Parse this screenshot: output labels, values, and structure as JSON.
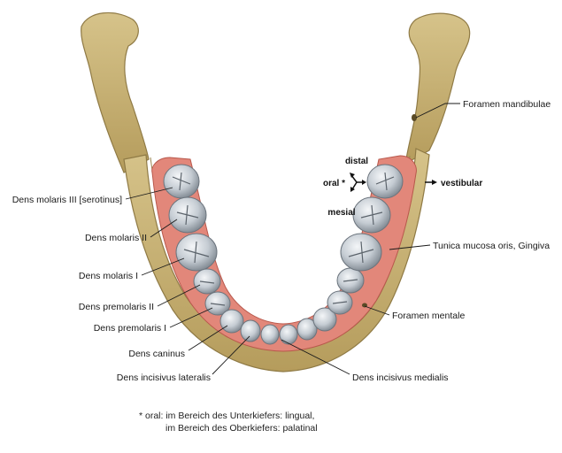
{
  "labels": {
    "dens_molaris_iii": "Dens molaris III [serotinus]",
    "dens_molaris_ii": "Dens molaris II",
    "dens_molaris_i": "Dens molaris I",
    "dens_premolaris_ii": "Dens premolaris II",
    "dens_premolaris_i": "Dens premolaris I",
    "dens_caninus": "Dens caninus",
    "dens_incisivus_lateralis": "Dens incisivus lateralis",
    "dens_incisivus_medialis": "Dens incisivus medialis",
    "foramen_mandibulae": "Foramen mandibulae",
    "tunica_mucosa": "Tunica mucosa oris, Gingiva",
    "foramen_mentale": "Foramen mentale"
  },
  "orientation": {
    "distal": "distal",
    "oral": "oral *",
    "vestibular": "vestibular",
    "mesial": "mesial"
  },
  "footnote": {
    "line1": "* oral: im Bereich des Unterkiefers: lingual,",
    "line2": "im Bereich des Oberkiefers: palatinal"
  },
  "colors": {
    "bone": "#c9b47a",
    "bone_dark": "#8f7a45",
    "gingiva": "#e2877a",
    "tooth": "#c8cfd6",
    "tooth_shadow": "#7d8791"
  }
}
